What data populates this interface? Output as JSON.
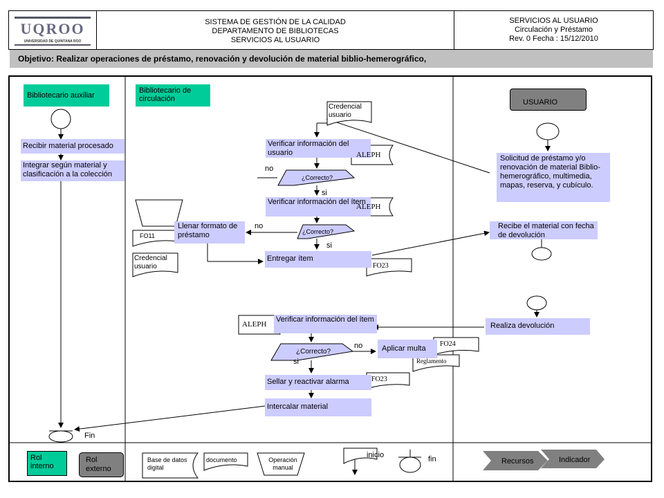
{
  "header": {
    "logo_text": "UQROO",
    "logo_caption": "UNIVERSIDAD DE QUINTANA ROO",
    "system_line1": "SISTEMA DE GESTIÓN DE LA CALIDAD",
    "system_line2": "DEPARTAMENTO DE BIBLIOTECAS",
    "system_line3": "SERVICIOS AL USUARIO",
    "right_line1": "SERVICIOS AL USUARIO",
    "right_line2": "Circulación y Préstamo",
    "right_line3": "Rev. 0 Fecha : 15/12/2010"
  },
  "objective": "Objetivo: Realizar operaciones de préstamo, renovación y devolución de material biblio-hemerográfico,",
  "lanes": {
    "aux": "Bibliotecario auxiliar",
    "circ": "Bibliotecario de circulación",
    "user": "USUARIO"
  },
  "steps": {
    "recibir": "Recibir material procesado",
    "integrar": "Integrar según material y clasificación a la colección",
    "fin": "Fin",
    "credencial1": "Credencial usuario",
    "verificar_usuario": "Verificar información del usuario",
    "aleph1": "ALEPH",
    "correcto1": "¿Correcto?",
    "no1": "no",
    "si1": "si",
    "verificar_item": "Verificar información del ítem",
    "aleph2": "ALEPH",
    "correcto2": "¿Correcto?",
    "no2": "no",
    "si2": "si",
    "llenar_formato": "Llenar formato de préstamo",
    "fo11": "FO11",
    "credencial2": "Credencial usuario",
    "entregar": "Entregar ítem",
    "fo23a": "FO23",
    "solicitud": "Solicitud de préstamo y/o renovación de material Biblio-hemerográfico, multimedia, mapas, reserva, y cubículo.",
    "recibe_material": "Recibe el material con fecha de devolución",
    "realiza_devolucion": "Realiza devolución",
    "verificar_item2": "Verificar información del ítem",
    "aleph3": "ALEPH",
    "correcto3": "¿Correcto?",
    "no3": "no",
    "si3": "si",
    "aplicar_multa": "Aplicar multa",
    "fo24": "FO24",
    "reglamento": "Reglamento",
    "sellar": "Sellar y reactivar alarma",
    "fo23b": "FO23",
    "intercalar": "Intercalar material"
  },
  "legend": {
    "rol_interno": "Rol interno",
    "rol_externo": "Rol externo",
    "base_datos": "Base de datos digital",
    "documento": "documento",
    "operacion_manual": "Operación manual",
    "inicio": "inicio",
    "fin": "fin",
    "recursos": "Recursos",
    "indicador": "Indicador"
  },
  "colors": {
    "step_fill": "#ccccff",
    "role_internal": "#00cc99",
    "role_external": "#808080",
    "objective_bar": "#c0c0c0"
  }
}
